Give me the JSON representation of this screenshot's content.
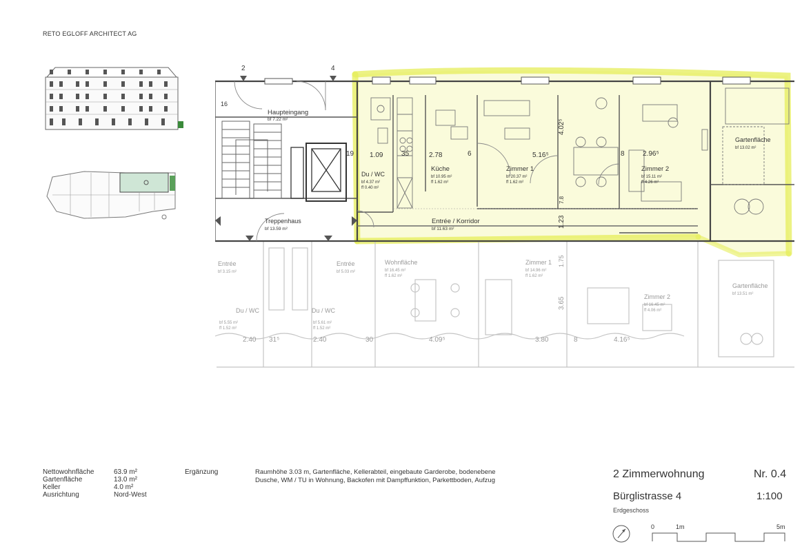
{
  "header": {
    "firm": "RETO EGLOFF ARCHITECT AG"
  },
  "plan": {
    "section_marks": [
      "2",
      "4"
    ],
    "stair_steps": "16",
    "rooms": [
      {
        "name": "Haupteingang",
        "area": "bf 7.22 m²"
      },
      {
        "name": "Treppenhaus",
        "area": "bf 13.59 m²"
      },
      {
        "name": "Du / WC",
        "area": "bf 4.37 m²",
        "area2": "ff 0.40 m²"
      },
      {
        "name": "Küche",
        "area": "bf 10.95 m²",
        "area2": "ff 1.62 m²"
      },
      {
        "name": "Zimmer 1",
        "area": "bf 20.37 m²",
        "area2": "ff 1.62 m²"
      },
      {
        "name": "Zimmer 2",
        "area": "bf 15.11 m²",
        "area2": "ff 4.26 m²"
      },
      {
        "name": "Gartenfläche",
        "area": "bf 13.02 m²"
      },
      {
        "name": "Entrée / Korridor",
        "area": "bf 11.63 m²"
      }
    ],
    "dims": [
      "19",
      "1.09",
      "35",
      "2.78",
      "6",
      "5.16⁵",
      "4.02⁵",
      "8",
      "2.96⁵",
      "1.23",
      "7.8"
    ],
    "faded_labels": [
      {
        "name": "Entrée",
        "area": "bf 3.15 m²"
      },
      {
        "name": "Entrée",
        "area": "bf 5.03 m²"
      },
      {
        "name": "Wohnfläche",
        "area": "bf 16.45 m²",
        "area2": "ff 1.62 m²"
      },
      {
        "name": "Zimmer 1",
        "area": "bf 14.96 m²",
        "area2": "ff 1.62 m²"
      },
      {
        "name": "Gartenfläche",
        "area": "bf 13.51 m²"
      },
      {
        "name": "Du / WC",
        "area": "bf 5.55 m²",
        "area2": "ff 1.52 m²"
      },
      {
        "name": "Du / WC",
        "area": "bf 5.61 m²",
        "area2": "ff 1.52 m²"
      },
      {
        "name": "Zimmer 2",
        "area": "bf 16.45 m²",
        "area2": "ff 4.06 m²"
      }
    ],
    "faded_dims": [
      "2.40",
      "31⁵",
      "2.40",
      "30",
      "4.09⁵",
      "3.80",
      "8",
      "4.16⁵",
      "3.65",
      "1.75"
    ],
    "highlight_color": "#e6ee5a"
  },
  "specs": [
    {
      "key": "Nettowohnfläche",
      "value": "63.9 m²"
    },
    {
      "key": "Gartenfläche",
      "value": "13.0 m²"
    },
    {
      "key": "Keller",
      "value": "4.0 m²"
    },
    {
      "key": "Ausrichtung",
      "value": "Nord-West"
    }
  ],
  "ergaenzung": {
    "label": "Ergänzung",
    "text": "Raumhöhe 3.03 m, Gartenfläche, Kellerabteil, eingebaute Garderobe, bodenebene Dusche, WM / TU in Wohnung, Backofen mit Dampffunktion, Parkettboden, Aufzug"
  },
  "titleblock": {
    "type": "2 Zimmerwohnung",
    "number": "Nr. 0.4",
    "address": "Bürglistrasse 4",
    "scale": "1:100",
    "floor": "Erdgeschoss",
    "scalebar_labels": [
      "0",
      "1m",
      "5m"
    ]
  },
  "icons": {
    "north": "north-arrow-icon",
    "elevation": "building-elevation-icon",
    "key_plan": "key-plan-icon"
  }
}
